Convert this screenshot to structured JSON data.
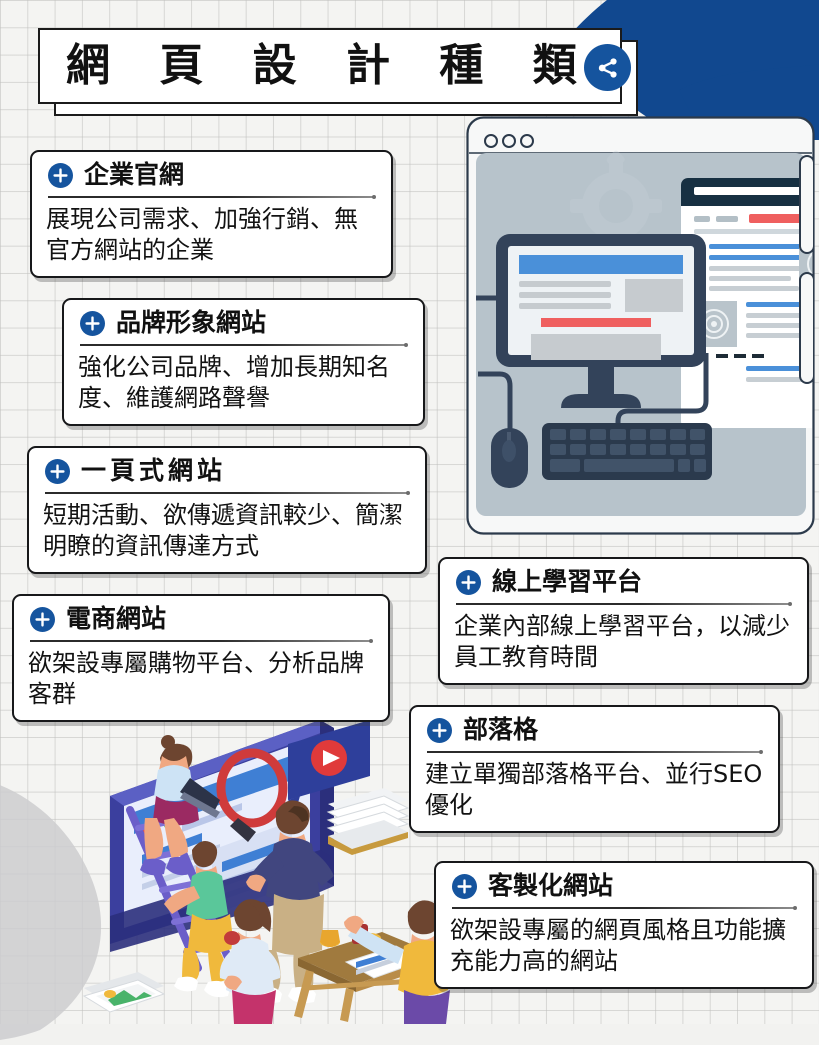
{
  "header": {
    "title": "網 頁 設 計 種 類",
    "title_plain": "網頁設計種類",
    "share_icon": "share-icon"
  },
  "theme": {
    "accent_blue": "#15549e",
    "blob_blue": "#11488f",
    "blob_gray": "#c9c9cb",
    "card_border": "#17181a",
    "card_bg": "#ffffff",
    "page_bg": "#f4f4f2",
    "grid_line": "#bebebc",
    "text": "#121212"
  },
  "cards": [
    {
      "id": "corporate-site",
      "icon": "plus-circle-icon",
      "title": "企業官網",
      "body": "展現公司需求、加強行銷、無官方網站的企業"
    },
    {
      "id": "brand-image-site",
      "icon": "plus-circle-icon",
      "title": "品牌形象網站",
      "body": "強化公司品牌、增加長期知名度、維護網路聲譽"
    },
    {
      "id": "one-page-site",
      "icon": "plus-circle-icon",
      "title": "一頁式網站",
      "body": "短期活動、欲傳遞資訊較少、簡潔明瞭的資訊傳達方式"
    },
    {
      "id": "ecommerce-site",
      "icon": "plus-circle-icon",
      "title": "電商網站",
      "body": "欲架設專屬購物平台、分析品牌客群"
    },
    {
      "id": "online-learning-platform",
      "icon": "plus-circle-icon",
      "title": "線上學習平台",
      "body": "企業內部線上學習平台，以減少員工教育時間"
    },
    {
      "id": "blog",
      "icon": "plus-circle-icon",
      "title": "部落格",
      "body": "建立單獨部落格平台、並行SEO優化"
    },
    {
      "id": "custom-site",
      "icon": "plus-circle-icon",
      "title": "客製化網站",
      "body": "欲架設專屬的網頁風格且功能擴充能力高的網站"
    }
  ],
  "illustrations": {
    "device_panel": "browser-window-with-desktop-computer-illustration",
    "team_panel": "team-building-website-isometric-illustration"
  }
}
